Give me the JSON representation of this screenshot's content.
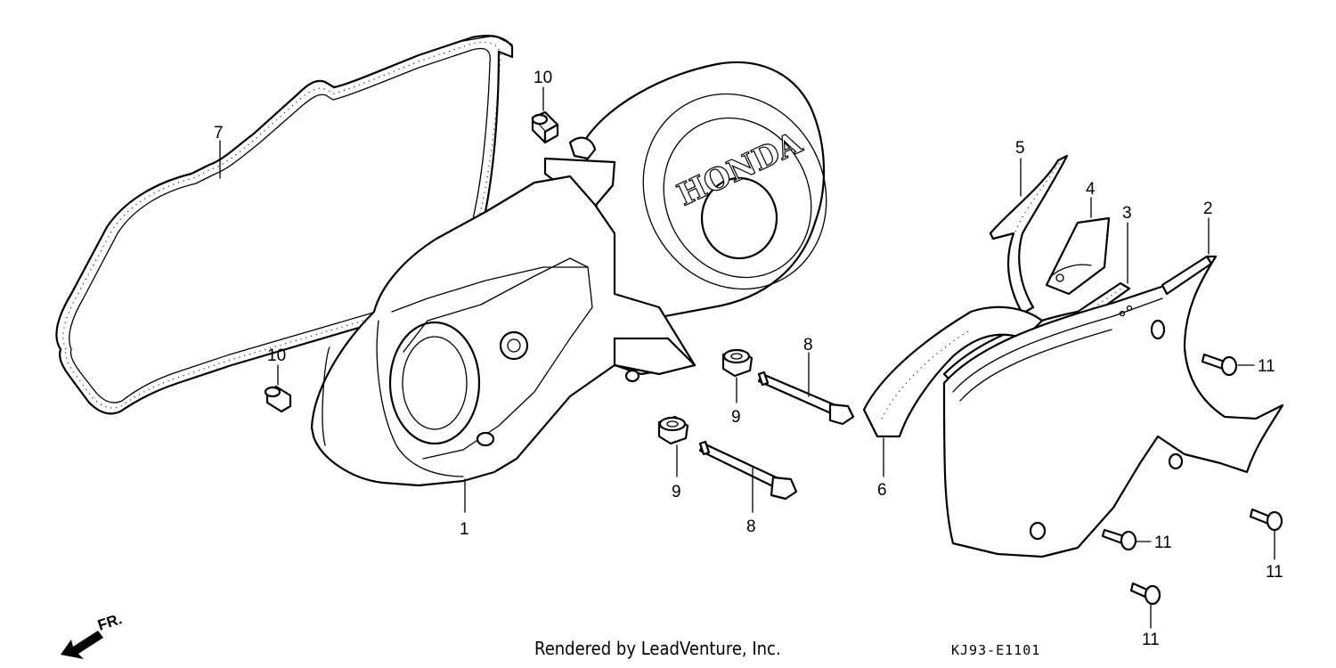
{
  "callouts": {
    "c1": "1",
    "c2": "2",
    "c3": "3",
    "c4": "4",
    "c5": "5",
    "c6": "6",
    "c7": "7",
    "c8a": "8",
    "c8b": "8",
    "c9a": "9",
    "c9b": "9",
    "c10a": "10",
    "c10b": "10",
    "c11a": "11",
    "c11b": "11",
    "c11c": "11",
    "c11d": "11"
  },
  "brand_text": "HONDA",
  "direction_label": "FR.",
  "footer": {
    "credit": "Rendered by LeadVenture, Inc.",
    "code": "KJ93-E1101"
  }
}
